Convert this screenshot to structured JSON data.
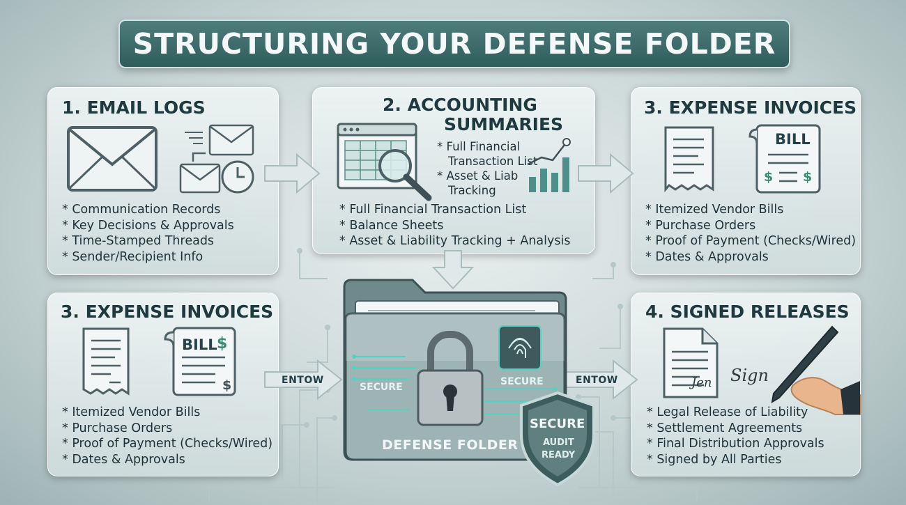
{
  "title": "STRUCTURING YOUR DEFENSE FOLDER",
  "panels": {
    "email": {
      "title": "1. EMAIL LOGS",
      "bullets": [
        "* Communication Records",
        "* Key Decisions & Approvals",
        "* Time-Stamped Threads",
        "* Sender/Recipient Info"
      ]
    },
    "accounting": {
      "title_line1": "2. ACCOUNTING",
      "title_line2": "SUMMARIES",
      "inset": [
        "* Full Financial",
        "Transaction List",
        "* Asset & Liab",
        "Tracking"
      ],
      "bullets": [
        "* Full Financial Transaction List",
        "* Balance Sheets",
        "* Asset & Liability Tracking + Analysis"
      ]
    },
    "expense_top": {
      "title": "3. EXPENSE INVOICES",
      "bill_label": "BILL",
      "bullets": [
        "* Itemized Vendor Bills",
        "* Purchase Orders",
        "* Proof of Payment (Checks/Wired)",
        "* Dates & Approvals"
      ]
    },
    "expense_bottom": {
      "title": "3. EXPENSE INVOICES",
      "bill_label": "BILL",
      "bullets": [
        "* Itemized Vendor Bills",
        "* Purchase Orders",
        "* Proof of Payment (Checks/Wired)",
        "* Dates & Approvals"
      ]
    },
    "releases": {
      "title": "4. SIGNED RELEASES",
      "signature_a": "Jen",
      "signature_b": "Sign",
      "bullets": [
        "* Legal Release of Liability",
        "* Settlement Agreements",
        "* Final Distribution Approvals",
        "* Signed by All Parties"
      ]
    }
  },
  "folder": {
    "label": "DEFENSE FOLDER",
    "secure_left": "SECURE",
    "secure_right": "SECURE",
    "shield_title": "SECURE",
    "shield_line1": "AUDIT",
    "shield_line2": "READY"
  },
  "arrows": {
    "left_label": "ENTOW",
    "right_label": "ENTOW"
  },
  "colors": {
    "title_bg": "#2f5d5c",
    "accent": "#4e8e8b",
    "text": "#1f3a3f"
  }
}
